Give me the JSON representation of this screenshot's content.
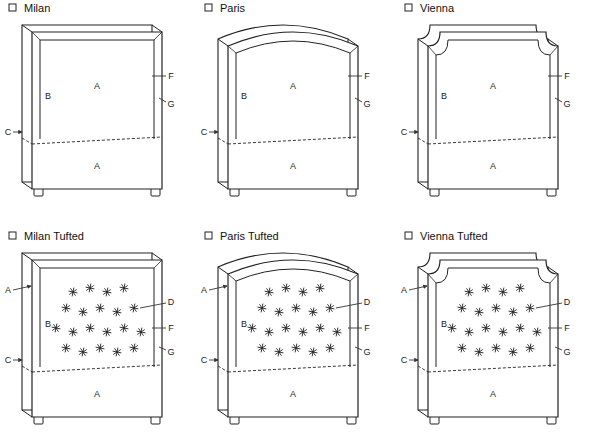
{
  "diagram": {
    "labels": [
      "Milan",
      "A",
      "B",
      "C",
      "F",
      "G",
      "A",
      "Paris",
      "A",
      "B",
      "C",
      "F",
      "G",
      "A",
      "Vienna",
      "A",
      "B",
      "C",
      "F",
      "G",
      "A",
      "Milan Tufted",
      "A",
      "B",
      "C",
      "D",
      "F",
      "G",
      "A",
      "Paris Tufted",
      "A",
      "B",
      "C",
      "D",
      "F",
      "G",
      "A",
      "Vienna Tufted",
      "A",
      "B",
      "C",
      "D",
      "F",
      "G",
      "A"
    ]
  }
}
